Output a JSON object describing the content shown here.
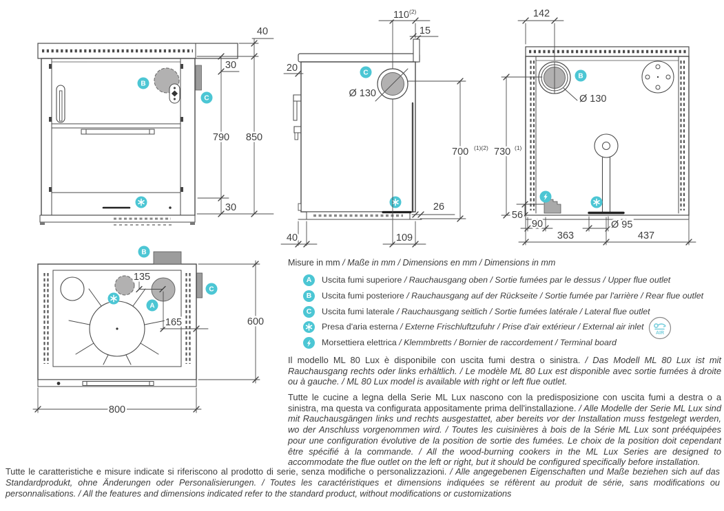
{
  "colors": {
    "accent": "#4cc6d4",
    "line": "#4a4a4a",
    "text": "#3b3b3b",
    "gray_fill": "#b2b1b1",
    "dark_gray_fill": "#9c9c9c",
    "air_blue": "#79cfdd"
  },
  "markers": {
    "upper": "A",
    "rear": "B",
    "lateral": "C"
  },
  "front_view": {
    "dims": {
      "worktop_thickness": "40",
      "top_gap": "30",
      "body_height": "790",
      "total_height": "850",
      "plinth_height": "30"
    }
  },
  "side_view": {
    "dims": {
      "flue_offset": "110",
      "flue_offset_sup": "(2)",
      "splashback_depth": "15",
      "worktop_overhang": "20",
      "flue_diameter": "Ø 130",
      "flue_height": "700",
      "flue_height_sup": "(1)(2)",
      "back_gap": "26",
      "plinth_recess": "40",
      "flue_back_offset": "109"
    }
  },
  "rear_view": {
    "dims": {
      "flue_offset": "142",
      "flue_diameter": "Ø 130",
      "flue_height": "730",
      "flue_height_sup": "(1)",
      "terminal_height": "56",
      "terminal_offset": "90",
      "air_diameter": "Ø 95",
      "air_left_offset": "363",
      "air_right_offset": "437"
    }
  },
  "top_view": {
    "dims": {
      "flue_gap": "135",
      "flue_side_offset": "165",
      "depth": "600",
      "width": "800"
    }
  },
  "notes": {
    "units_primary": "Misure in mm",
    "units_secondary": "/ Maße in mm / Dimensions en mm / Dimensions in mm"
  },
  "legend": [
    {
      "symbol": "A",
      "primary": "Uscita fumi superiore",
      "secondary": "/ Rauchausgang oben  / Sortie fumées par le dessus / Upper flue outlet"
    },
    {
      "symbol": "B",
      "primary": "Uscita fumi posteriore",
      "secondary": "/ Rauchausgang auf der Rückseite / Sortie fumée par l'arrière / Rear flue outlet"
    },
    {
      "symbol": "C",
      "primary": "Uscita fumi laterale",
      "secondary": "/ Rauchausgang seitlich  / Sortie fumées latérale / Lateral flue outlet"
    },
    {
      "symbol": "air",
      "primary": "Presa d'aria esterna",
      "secondary": "/ Externe Frischluftzufuhr / Prise d'air extérieur / External air inlet"
    },
    {
      "symbol": "power",
      "primary": "Morsettiera elettrica",
      "secondary": "/ Klemmbretts / Bornier de raccordement / Terminal board"
    }
  ],
  "air_badge_label": "AIR",
  "paragraphs": [
    {
      "primary": "Il modello ML 80 Lux è disponibile con uscita fumi destra o sinistra.",
      "secondary": "/ Das Modell ML 80 Lux ist mit Rauchausgang rechts oder links erhältlich. / Le modèle ML 80 Lux est disponible avec sortie fumées à droite ou à gauche. / ML 80 Lux model is available with right or left flue outlet."
    },
    {
      "primary": "Tutte le cucine a legna della Serie ML Lux nascono con la predisposizione con uscita fumi a destra o a sinistra, ma questa va configurata appositamente prima dell'installazione.",
      "secondary": "/ Alle Modelle der Serie ML Lux sind mit Rauchausgängen links und rechts ausgestattet, aber bereits vor der Installation muss festgelegt werden, wo der Anschluss vorgenommen wird. / Toutes les cuisinières à bois de la Série ML Lux sont prééquipées pour une configuration évolutive de la position de sortie des fumées. Le choix de la position doit cependant être spécifié à la commande. / All the wood-burning cookers in the ML Lux Series are designed to accommodate the flue outlet on the left or right, but it should be configured specifically before installation."
    }
  ],
  "footer": {
    "primary": "Tutte le caratteristiche e misure indicate si riferiscono al prodotto di serie, senza modifiche o personalizzazioni.",
    "secondary": "/ Alle angegebenen Eigenschaften und Maße beziehen sich auf das Standardprodukt, ohne Änderungen oder Personalisierungen. / Toutes les caractéristiques et dimensions indiquées se réfèrent au produit de série, sans modifications ou personnalisations. / All the features and dimensions indicated refer to the standard product, without modifications or customizations"
  }
}
